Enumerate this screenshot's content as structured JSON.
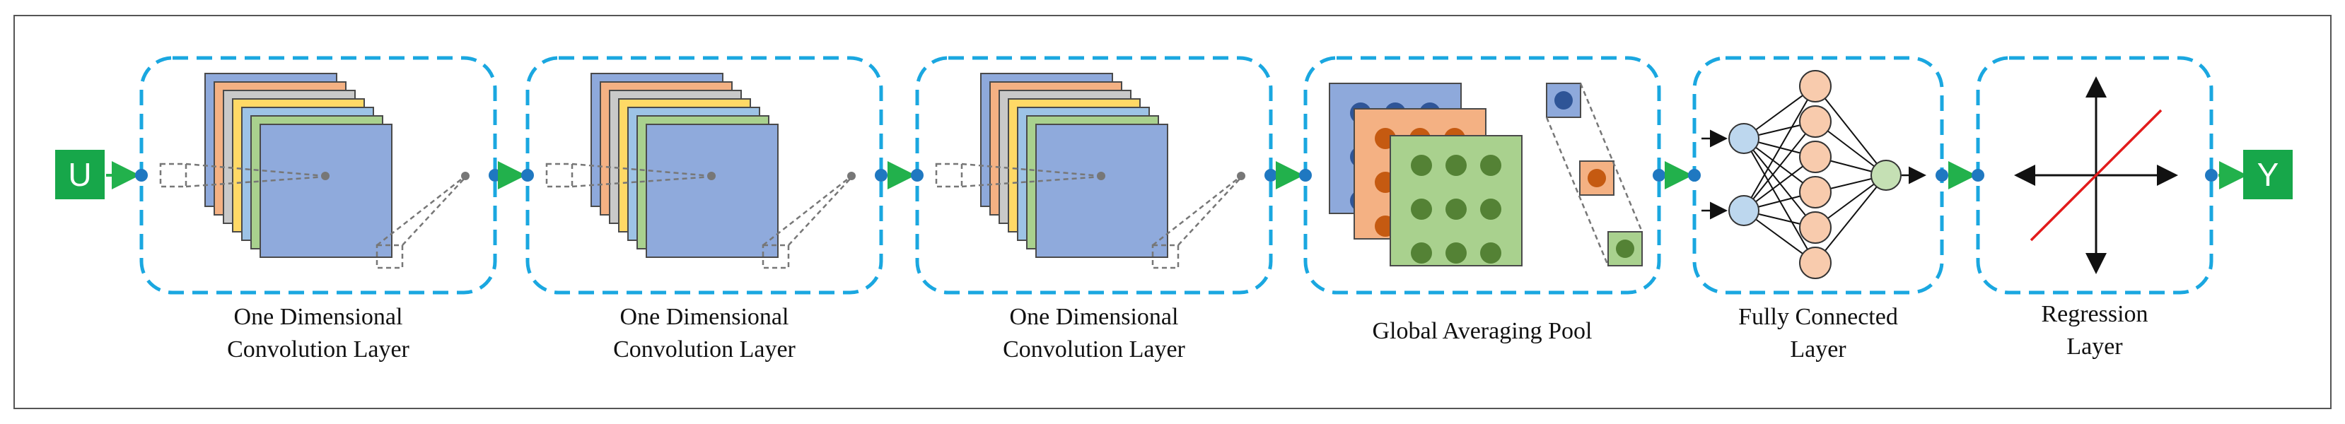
{
  "input_label": "U",
  "output_label": "Y",
  "stages": [
    {
      "line1": "One Dimensional",
      "line2": "Convolution Layer"
    },
    {
      "line1": "One Dimensional",
      "line2": "Convolution Layer"
    },
    {
      "line1": "One Dimensional",
      "line2": "Convolution Layer"
    },
    {
      "line1": "Global Averaging Pool",
      "line2": ""
    },
    {
      "line1": "Fully Connected",
      "line2": "Layer"
    },
    {
      "line1": "Regression",
      "line2": "Layer"
    }
  ],
  "colors": {
    "frame": "#1aa7e0",
    "connector_dot": "#1f78c1",
    "arrow": "#22b14c",
    "io_box": "#17a74a",
    "feature_maps": [
      "#8ea9db",
      "#f4b183",
      "#c9c9c9",
      "#ffd966",
      "#9dc3e6",
      "#a9d18e",
      "#8faadc"
    ],
    "pool_dots": [
      "#2f5597",
      "#c55a11",
      "#548235"
    ],
    "fc_input": "#bdd7ee",
    "fc_hidden": "#f8cbad",
    "fc_output": "#c5e0b4",
    "regression_line": "#e21b1b"
  }
}
